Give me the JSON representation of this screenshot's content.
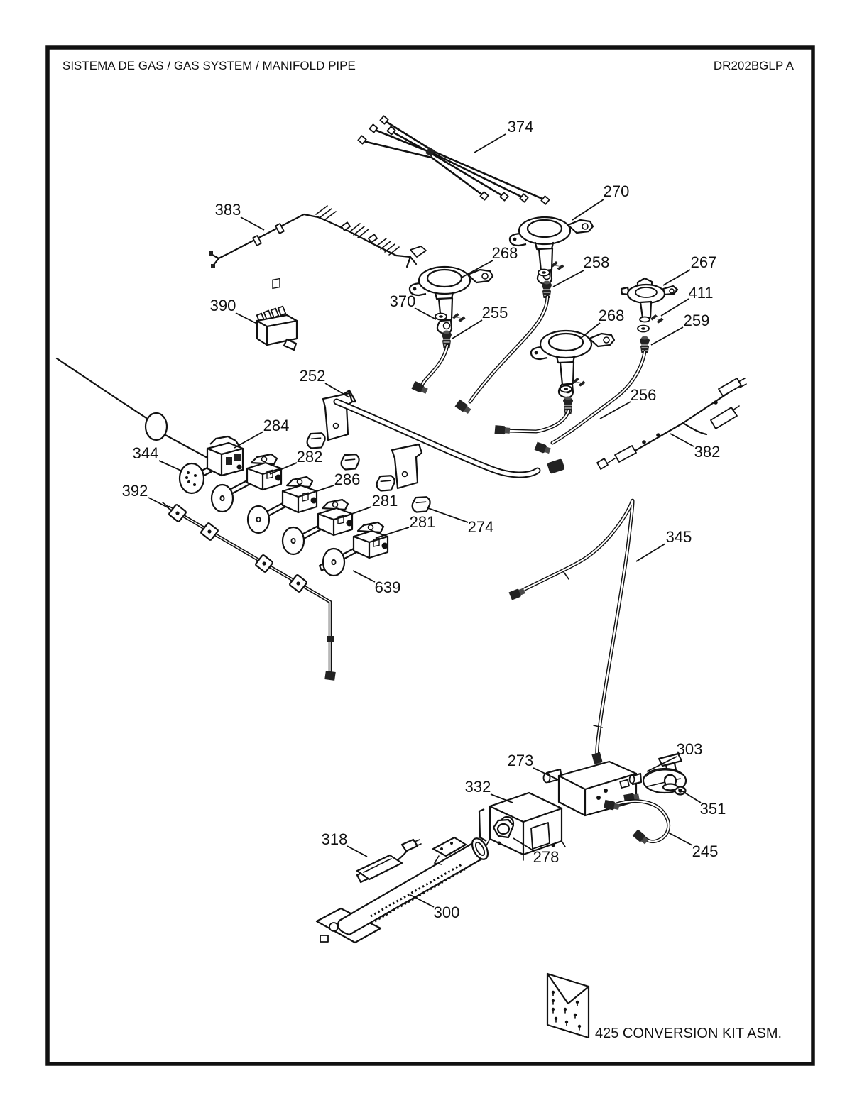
{
  "header": {
    "title": "SISTEMA DE GAS / GAS SYSTEM / MANIFOLD PIPE",
    "code": "DR202BGLP A"
  },
  "diagram": {
    "callouts": [
      {
        "ref": "374"
      },
      {
        "ref": "270"
      },
      {
        "ref": "383"
      },
      {
        "ref": "268"
      },
      {
        "ref": "258"
      },
      {
        "ref": "267"
      },
      {
        "ref": "411"
      },
      {
        "ref": "390"
      },
      {
        "ref": "370"
      },
      {
        "ref": "255"
      },
      {
        "ref": "268"
      },
      {
        "ref": "259"
      },
      {
        "ref": "252"
      },
      {
        "ref": "256"
      },
      {
        "ref": "284"
      },
      {
        "ref": "344"
      },
      {
        "ref": "282"
      },
      {
        "ref": "382"
      },
      {
        "ref": "286"
      },
      {
        "ref": "392"
      },
      {
        "ref": "281"
      },
      {
        "ref": "281"
      },
      {
        "ref": "274"
      },
      {
        "ref": "345"
      },
      {
        "ref": "639"
      },
      {
        "ref": "303"
      },
      {
        "ref": "273"
      },
      {
        "ref": "332"
      },
      {
        "ref": "351"
      },
      {
        "ref": "318"
      },
      {
        "ref": "278"
      },
      {
        "ref": "245"
      },
      {
        "ref": "300"
      }
    ],
    "kit_label": "425 CONVERSION KIT ASM."
  },
  "colors": {
    "ink": "#111111",
    "paper": "#ffffff"
  }
}
